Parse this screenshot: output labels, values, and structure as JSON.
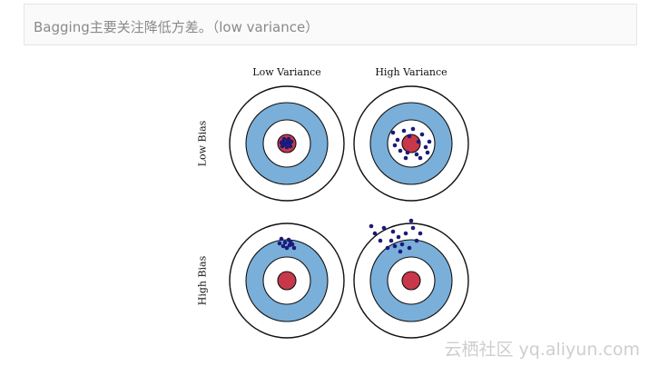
{
  "callout": {
    "text": "Bagging主要关注降低方差。（low variance）"
  },
  "columns": [
    "Low Variance",
    "High Variance"
  ],
  "rows": [
    "Low Bias",
    "High Bias"
  ],
  "watermark": "云栖社区 yq.aliyun.com",
  "colors": {
    "ring_outer": "#ffffff",
    "ring_blue": "#7aafd9",
    "ring_white": "#ffffff",
    "bullseye": "#c9384a",
    "stroke": "#111111",
    "dots": "#1a1a7a"
  },
  "icons": [
    "target-low-bias-low-variance",
    "target-low-bias-high-variance",
    "target-high-bias-low-variance",
    "target-high-bias-high-variance"
  ]
}
